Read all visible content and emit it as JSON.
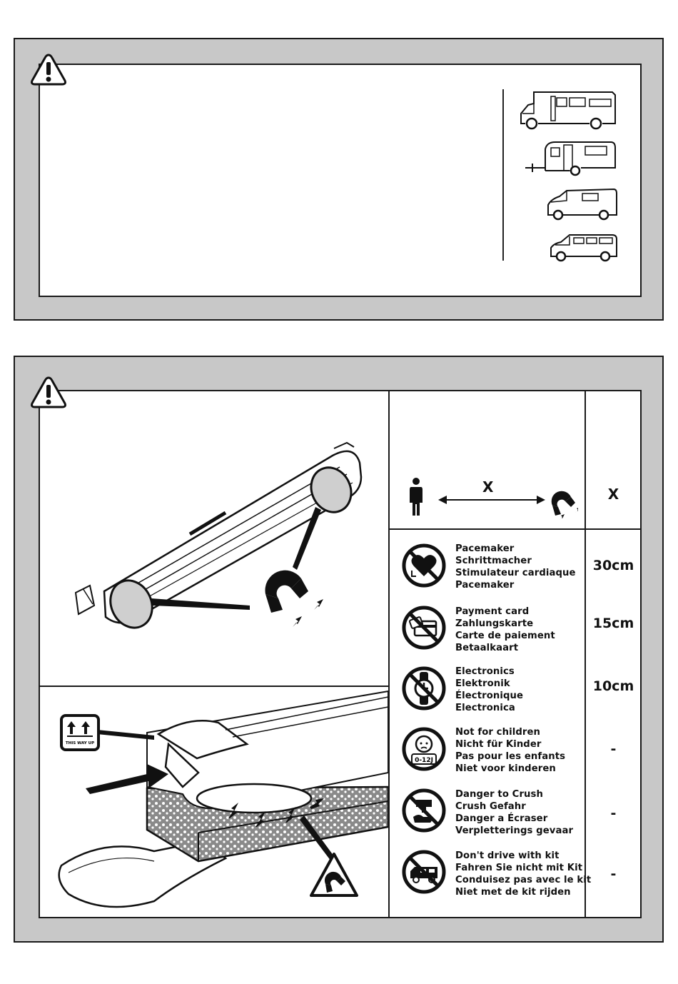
{
  "header": {
    "distance_symbol": "X",
    "column_header": "X"
  },
  "hazards": [
    {
      "icon": "pacemaker-prohibited-icon",
      "labels": [
        "Pacemaker",
        "Schrittmacher",
        "Stimulateur cardiaque",
        "Pacemaker"
      ],
      "distance": "30cm"
    },
    {
      "icon": "payment-card-prohibited-icon",
      "labels": [
        "Payment card",
        "Zahlungskarte",
        "Carte de paiement",
        "Betaalkaart"
      ],
      "distance": "15cm"
    },
    {
      "icon": "electronics-prohibited-icon",
      "labels": [
        "Electronics",
        "Elektronik",
        "Électronique",
        "Electronica"
      ],
      "distance": "10cm"
    },
    {
      "icon": "children-prohibited-icon",
      "labels": [
        "Not for children",
        "Nicht für Kinder",
        "Pas pour les enfants",
        "Niet voor kinderen"
      ],
      "distance": "-"
    },
    {
      "icon": "crush-hazard-icon",
      "labels": [
        "Danger to Crush",
        "Crush Gefahr",
        "Danger a Écraser",
        "Verpletterings gevaar"
      ],
      "distance": "-"
    },
    {
      "icon": "no-driving-with-kit-icon",
      "labels": [
        "Don't drive with kit",
        "Fahren Sie nicht mit Kit",
        "Conduisez pas avec le kit",
        "Niet met de kit rijden"
      ],
      "distance": "-"
    }
  ],
  "badges": {
    "age_range": "0-12J",
    "this_way_up": "THIS WAY UP"
  },
  "vehicles": [
    "motorhome-icon",
    "caravan-icon",
    "van-icon",
    "minibus-icon"
  ]
}
